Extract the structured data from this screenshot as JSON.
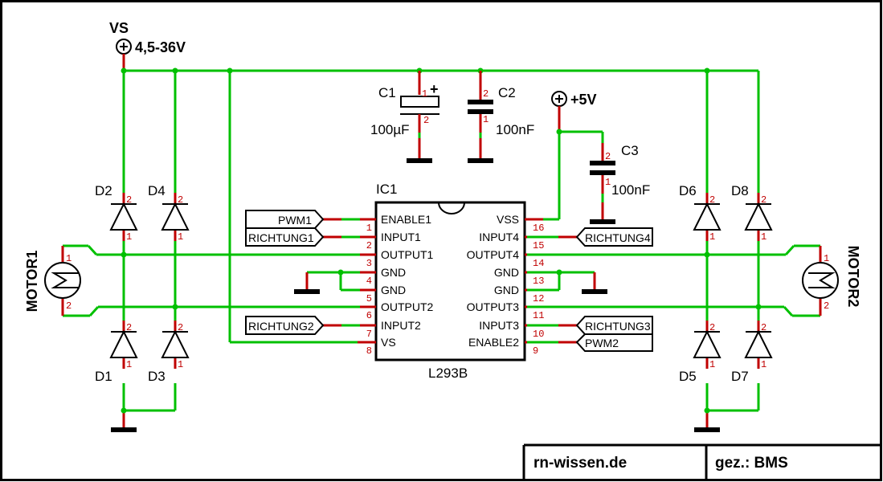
{
  "power": {
    "vs_label": "VS",
    "vs_voltage": "4,5-36V",
    "vcc_label": "+5V"
  },
  "capacitors": [
    {
      "ref": "C1",
      "value": "100µF",
      "polarized": true,
      "plus": "+"
    },
    {
      "ref": "C2",
      "value": "100nF"
    },
    {
      "ref": "C3",
      "value": "100nF"
    }
  ],
  "ic": {
    "ref": "IC1",
    "part": "L293B",
    "left_pins": [
      {
        "num": "1",
        "name": "ENABLE1"
      },
      {
        "num": "2",
        "name": "INPUT1"
      },
      {
        "num": "3",
        "name": "OUTPUT1"
      },
      {
        "num": "4",
        "name": "GND"
      },
      {
        "num": "5",
        "name": "GND"
      },
      {
        "num": "6",
        "name": "OUTPUT2"
      },
      {
        "num": "7",
        "name": "INPUT2"
      },
      {
        "num": "8",
        "name": "VS"
      }
    ],
    "right_pins": [
      {
        "num": "16",
        "name": "VSS"
      },
      {
        "num": "15",
        "name": "INPUT4"
      },
      {
        "num": "14",
        "name": "OUTPUT4"
      },
      {
        "num": "13",
        "name": "GND"
      },
      {
        "num": "12",
        "name": "GND"
      },
      {
        "num": "11",
        "name": "OUTPUT3"
      },
      {
        "num": "10",
        "name": "INPUT3"
      },
      {
        "num": "9",
        "name": "ENABLE2"
      }
    ]
  },
  "net_labels": {
    "pwm1": "PWM1",
    "richtung1": "RICHTUNG1",
    "richtung2": "RICHTUNG2",
    "richtung3": "RICHTUNG3",
    "richtung4": "RICHTUNG4",
    "pwm2": "PWM2"
  },
  "diodes": [
    "D1",
    "D2",
    "D3",
    "D4",
    "D5",
    "D6",
    "D7",
    "D8"
  ],
  "diode_pins": {
    "anode": "1",
    "cathode": "2"
  },
  "motors": [
    {
      "ref": "MOTOR1",
      "pin1": "1",
      "pin2": "2"
    },
    {
      "ref": "MOTOR2",
      "pin1": "1",
      "pin2": "2"
    }
  ],
  "capacitor_pins": {
    "one": "1",
    "two": "2"
  },
  "title_block": {
    "site": "rn-wissen.de",
    "drawn_by": "gez.: BMS"
  },
  "colors": {
    "wire": "#00c000",
    "pin": "#c00000",
    "pin_text": "#c00000"
  }
}
